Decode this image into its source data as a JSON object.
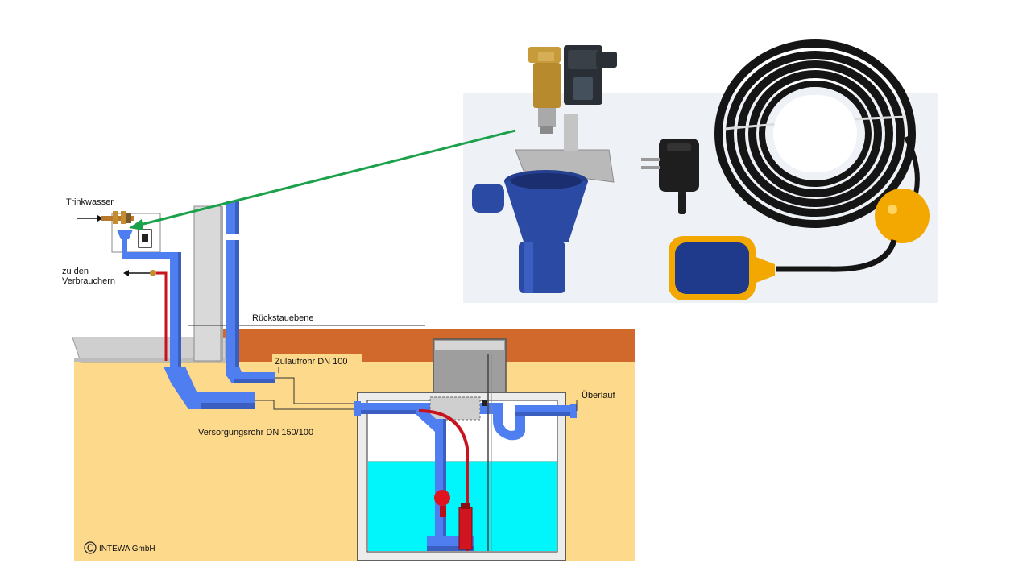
{
  "labels": {
    "drinking_water": "Trinkwasser",
    "consumers_line1": "zu den",
    "consumers_line2": "Verbrauchern",
    "backflow_level": "Rückstauebene",
    "inlet_pipe": "Zulaufrohr DN 100",
    "overflow": "Überlauf",
    "supply_pipe": "Versorgungsrohr DN 150/100",
    "copyright": "INTEWA GmbH"
  },
  "icons": {
    "copyright": "copyright-icon"
  },
  "colors": {
    "soil": "#fcd98b",
    "topsoil": "#d2692c",
    "pipe": "#4f7ef0",
    "pipe_dark": "#3a5fc0",
    "hose_red": "#c8121e",
    "water": "#00f6fb",
    "connector_arrow": "#1aa14a",
    "float_switch_yellow": "#f2a800",
    "funnel_blue": "#243f8f",
    "photo_bg": "#eef1f5"
  }
}
